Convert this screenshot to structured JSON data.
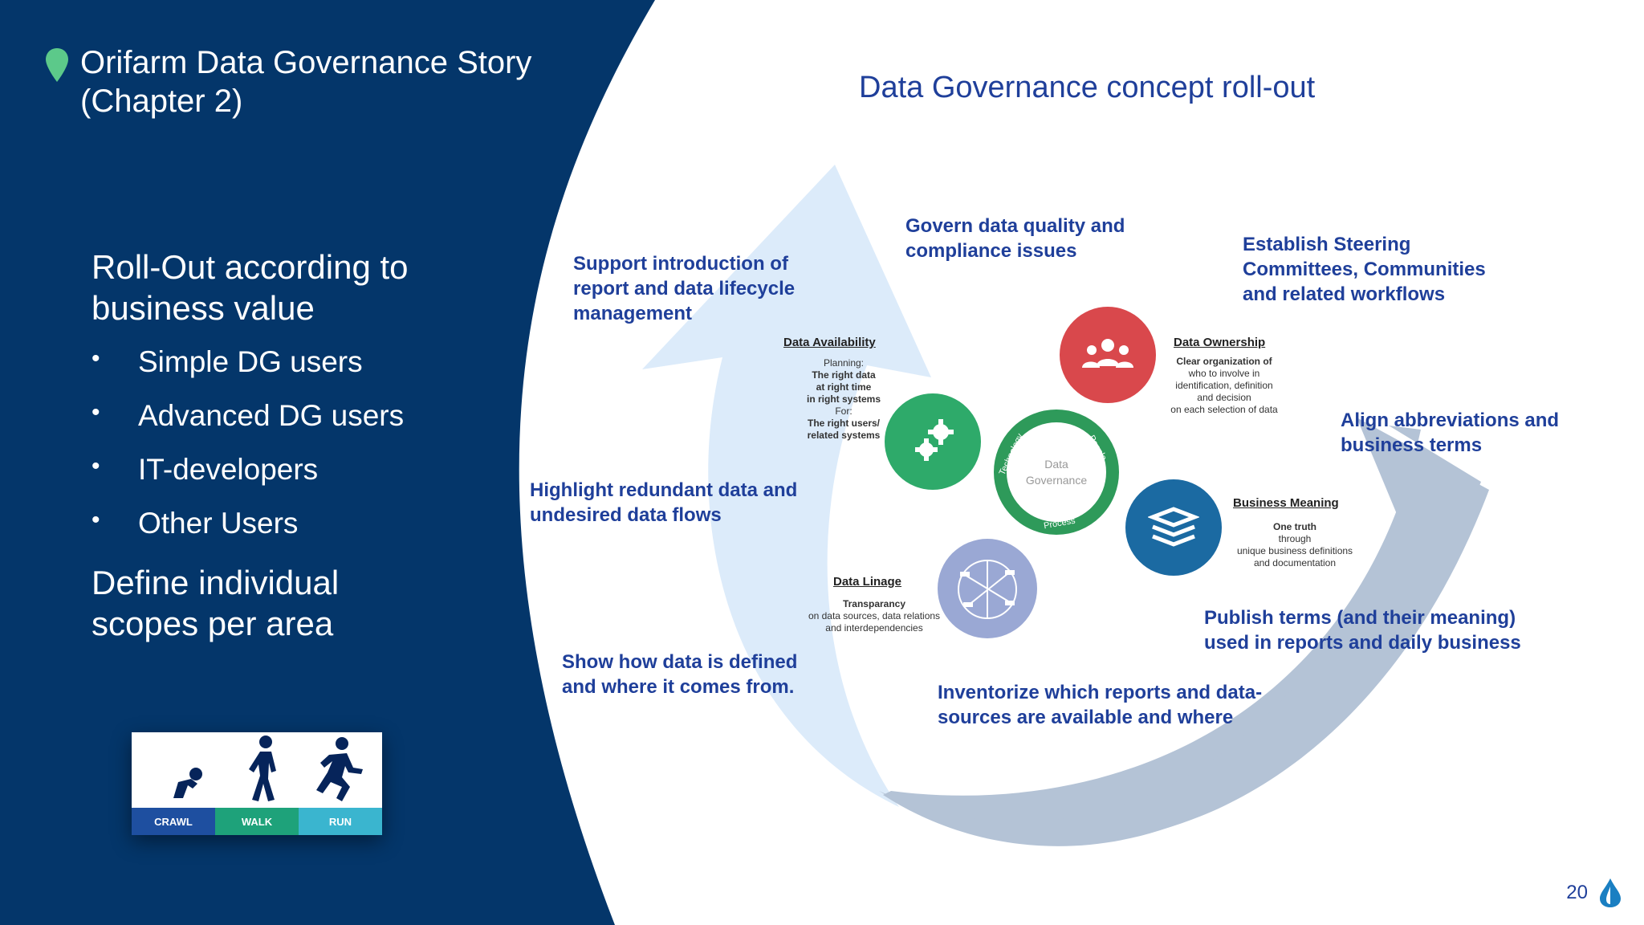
{
  "slide": {
    "title_line1": "Orifarm Data Governance Story",
    "title_line2": "(Chapter 2)",
    "subtitle": "Data Governance concept roll-out",
    "page_number": "20"
  },
  "left_panel": {
    "heading_line1": "Roll-Out according to",
    "heading_line2": "business value",
    "bullets": [
      "Simple DG users",
      "Advanced DG users",
      "IT-developers",
      "Other Users"
    ],
    "bullet_symbol": "•",
    "footer_line1": "Define individual",
    "footer_line2": "scopes per area",
    "stages": [
      "CRAWL",
      "WALK",
      "RUN"
    ]
  },
  "captions": {
    "support": [
      "Support introduction of",
      "report and data lifecycle",
      "management"
    ],
    "govern": [
      "Govern data quality and",
      "compliance issues"
    ],
    "establish": [
      "Establish Steering",
      "Committees,  Communities",
      "and related workflows"
    ],
    "align": [
      "Align abbreviations and",
      "business terms"
    ],
    "highlight": [
      "Highlight redundant data and",
      "undesired data flows"
    ],
    "publish": [
      "Publish terms (and their meaning)",
      "used in reports and daily business"
    ],
    "show": [
      "Show how data is defined",
      "and where it comes from."
    ],
    "inventorize": [
      "Inventorize which reports and data-",
      "sources are available and where"
    ]
  },
  "diagram": {
    "center": [
      "Data",
      "Governance"
    ],
    "ring_labels": [
      "Technology",
      "People",
      "Process"
    ],
    "availability": {
      "label": "Data Availability",
      "lines": [
        "Planning:",
        "The right data",
        "at right time",
        "in right systems",
        "For:",
        "The right users/",
        "related systems"
      ]
    },
    "ownership": {
      "label": "Data Ownership",
      "lines": [
        "Clear organization of",
        "who to involve in",
        "identification, definition",
        "and decision",
        "on each selection of data"
      ]
    },
    "meaning": {
      "label": "Business Meaning",
      "lines": [
        "One truth",
        "through",
        "unique business definitions",
        "and documentation"
      ]
    },
    "linage": {
      "label": "Data Linage",
      "lines": [
        "Transparancy",
        "on data sources, data relations",
        "and interdependencies"
      ]
    }
  },
  "colors": {
    "navy": "#04366a",
    "caption_blue": "#1f3f9a",
    "green": "#2eaa6a",
    "red": "#d9484c",
    "teal_blue": "#1b6aa2",
    "lavender": "#9aa8d4",
    "arrow_light": "#dcebfa",
    "arrow_grey": "#b4c3d6"
  }
}
